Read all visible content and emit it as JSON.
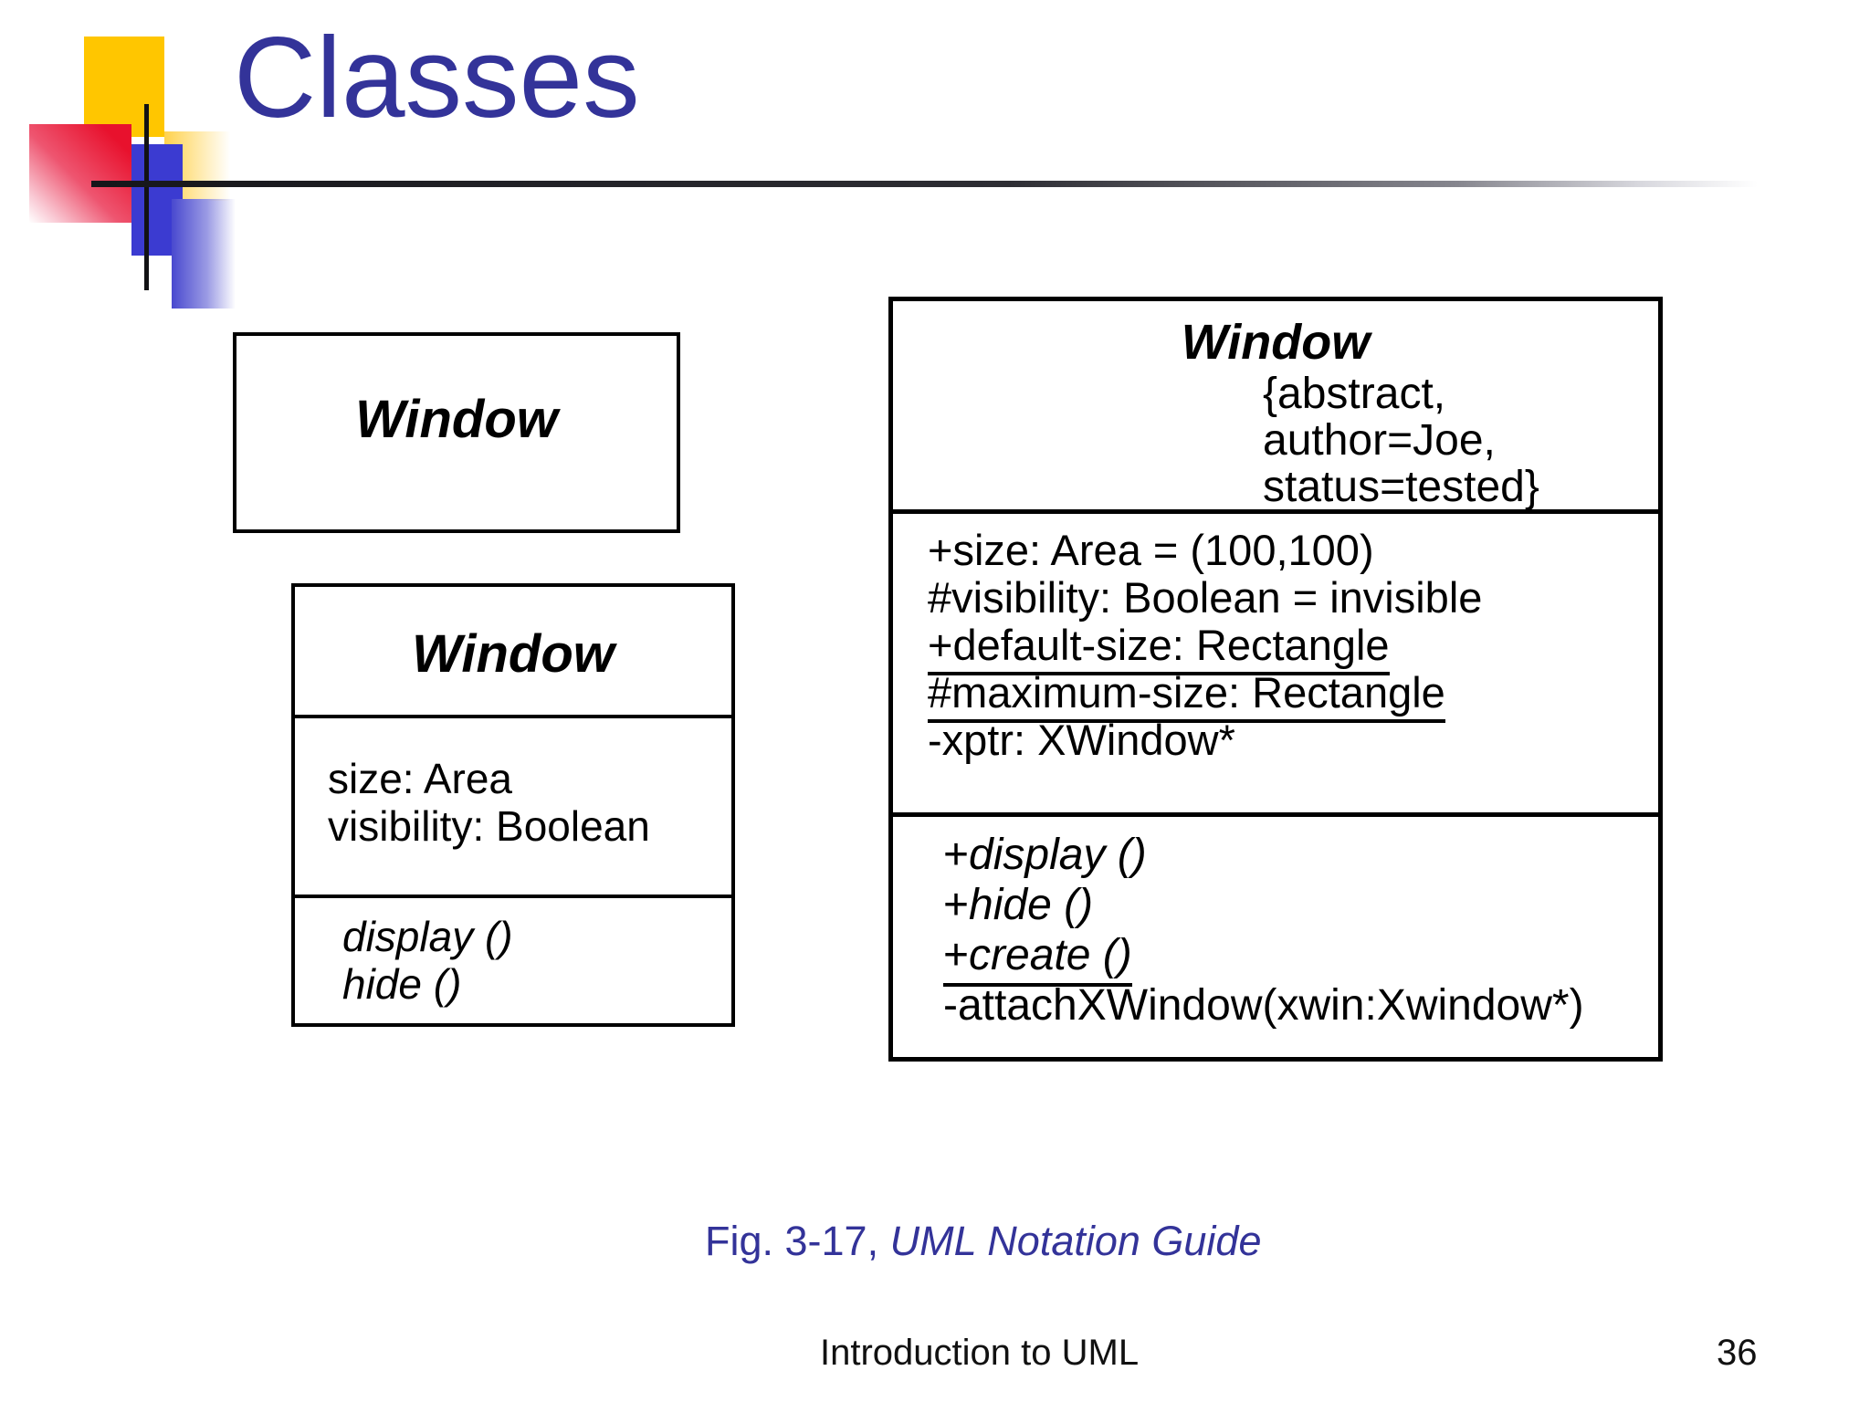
{
  "slide": {
    "title": "Classes",
    "caption_prefix": "Fig. 3-17, ",
    "caption_italic": "UML Notation Guide",
    "footer": "Introduction to UML",
    "page_number": "36"
  },
  "colors": {
    "accent_blue": "#333399",
    "box_line": "#000000",
    "logo_yellow": "#FFC600",
    "logo_red": "#E8112D",
    "logo_blue": "#3B3BD1"
  },
  "diagram": {
    "simple_class": {
      "name": "Window"
    },
    "basic_class": {
      "name": "Window",
      "attributes": [
        "size: Area",
        "visibility: Boolean"
      ],
      "operations": [
        "display ()",
        "hide ()"
      ]
    },
    "detailed_class": {
      "name": "Window",
      "tags": [
        "{abstract,",
        "author=Joe,",
        "status=tested}"
      ],
      "attributes": [
        {
          "text": "+size: Area = (100,100)",
          "underline": false
        },
        {
          "text": "#visibility: Boolean = invisible",
          "underline": false
        },
        {
          "text": "+default-size: Rectangle",
          "underline": true
        },
        {
          "text": "#maximum-size: Rectangle",
          "underline": true
        },
        {
          "text": "-xptr: XWindow*",
          "underline": false
        }
      ],
      "operations": [
        {
          "prefix": "+",
          "label": "display ()",
          "italic": true,
          "underline": false
        },
        {
          "prefix": "+",
          "label": "hide ()",
          "italic": true,
          "underline": false
        },
        {
          "prefix": "+",
          "label": "create ()",
          "italic": true,
          "underline": true
        },
        {
          "prefix": "-",
          "label": "attachXWindow(xwin:Xwindow*)",
          "italic": false,
          "underline": false
        }
      ]
    }
  }
}
